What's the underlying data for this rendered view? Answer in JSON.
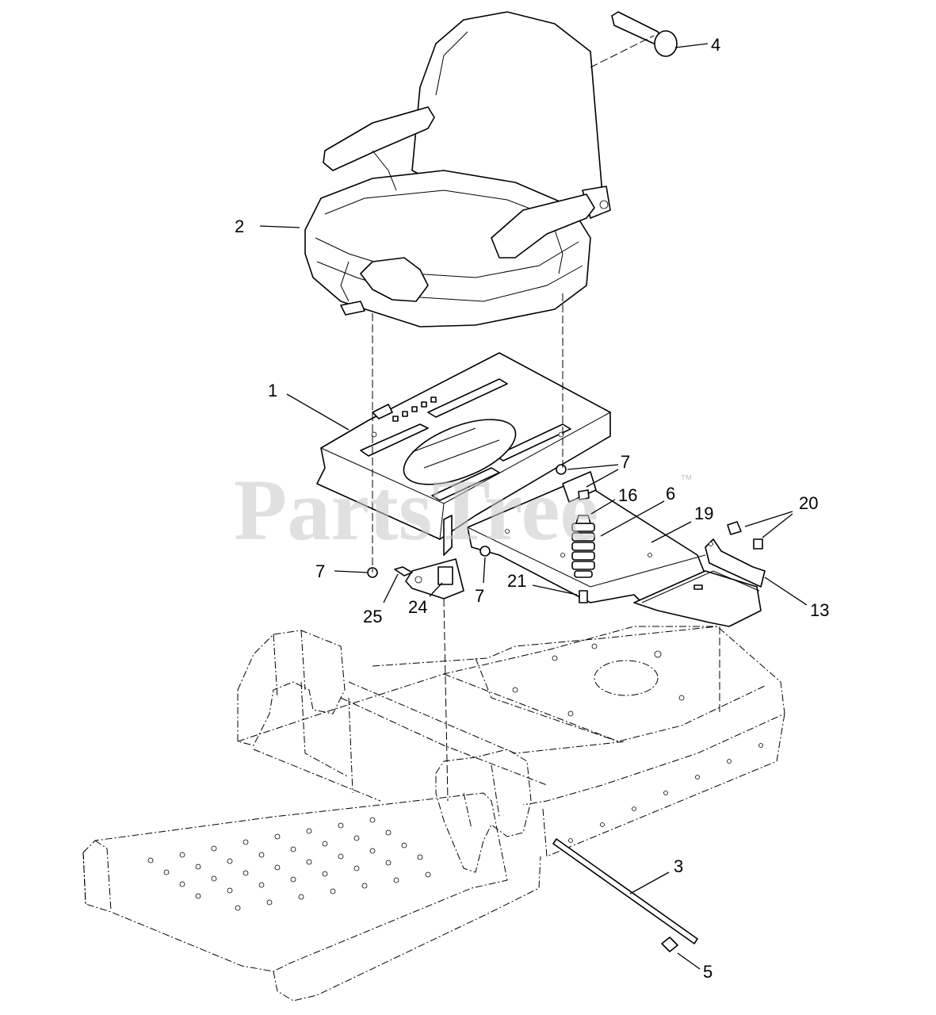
{
  "watermark": {
    "text": "PartsTree",
    "trademark": "™"
  },
  "callouts": [
    {
      "id": "c4",
      "label": "4"
    },
    {
      "id": "c2",
      "label": "2"
    },
    {
      "id": "c1",
      "label": "1"
    },
    {
      "id": "c7a",
      "label": "7"
    },
    {
      "id": "c16",
      "label": "16"
    },
    {
      "id": "c6",
      "label": "6"
    },
    {
      "id": "c19",
      "label": "19"
    },
    {
      "id": "c20",
      "label": "20"
    },
    {
      "id": "c13",
      "label": "13"
    },
    {
      "id": "c21",
      "label": "21"
    },
    {
      "id": "c7b",
      "label": "7"
    },
    {
      "id": "c7c",
      "label": "7"
    },
    {
      "id": "c25",
      "label": "25"
    },
    {
      "id": "c24",
      "label": "24"
    },
    {
      "id": "c3",
      "label": "3"
    },
    {
      "id": "c5",
      "label": "5"
    }
  ]
}
